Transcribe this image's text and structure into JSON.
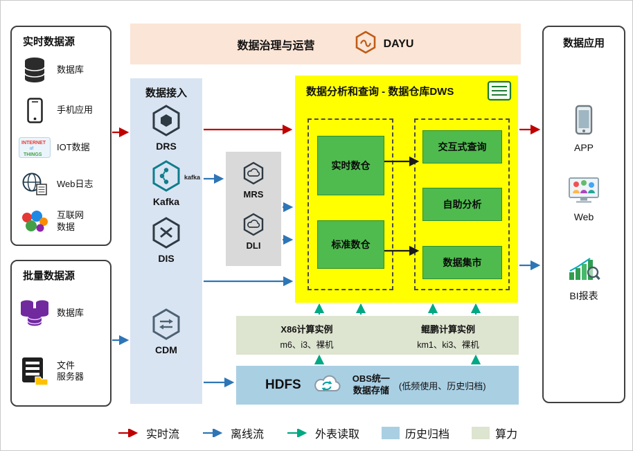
{
  "colors": {
    "realtime_flow": "#c00000",
    "offline_flow": "#2e75b6",
    "external_read": "#00a884",
    "history_archive": "#a9cfe3",
    "compute_power": "#dde4cf",
    "dws_background": "#ffff00",
    "module_green": "#4fbb4f",
    "governance_background": "#fbe5d6",
    "ingestion_background": "#d9e4f2"
  },
  "realtime_sources": {
    "title": "实时数据源",
    "items": [
      {
        "label": "数据库",
        "icon": "database-icon"
      },
      {
        "label": "手机应用",
        "icon": "mobile-app-icon"
      },
      {
        "label": "IOT数据",
        "icon": "iot-icon"
      },
      {
        "label": "Web日志",
        "icon": "web-log-icon"
      },
      {
        "label": "互联网\n数据",
        "icon": "internet-data-icon"
      }
    ]
  },
  "batch_sources": {
    "title": "批量数据源",
    "items": [
      {
        "label": "数据库",
        "icon": "database-cluster-icon"
      },
      {
        "label": "文件\n服务器",
        "icon": "file-server-icon"
      }
    ]
  },
  "governance": {
    "title": "数据治理与运营",
    "product": "DAYU"
  },
  "ingestion": {
    "title": "数据接入",
    "kafka_logo": "kafka",
    "items": [
      {
        "label": "DRS"
      },
      {
        "label": "Kafka"
      },
      {
        "label": "DIS"
      },
      {
        "label": "CDM"
      }
    ]
  },
  "middleware": {
    "items": [
      {
        "label": "MRS"
      },
      {
        "label": "DLI"
      }
    ]
  },
  "dws": {
    "title": "数据分析和查询 - 数据仓库DWS",
    "warehouse_modules": [
      {
        "label": "实时数仓"
      },
      {
        "label": "标准数仓"
      }
    ],
    "analysis_modules": [
      {
        "label": "交互式查询"
      },
      {
        "label": "自助分析"
      },
      {
        "label": "数据集市"
      }
    ]
  },
  "compute": {
    "instances": [
      {
        "name": "X86计算实例",
        "detail": "m6、i3、裸机"
      },
      {
        "name": "鲲鹏计算实例",
        "detail": "km1、ki3、裸机"
      }
    ]
  },
  "storage": {
    "hdfs_label": "HDFS",
    "obs_label": "OBS统一\n数据存储",
    "note": "(低频使用、历史归档)"
  },
  "applications": {
    "title": "数据应用",
    "items": [
      {
        "label": "APP",
        "icon": "app-icon"
      },
      {
        "label": "Web",
        "icon": "web-icon"
      },
      {
        "label": "BI报表",
        "icon": "bi-report-icon"
      }
    ]
  },
  "legend": {
    "items": [
      {
        "label": "实时流",
        "kind": "arrow",
        "color": "#c00000"
      },
      {
        "label": "离线流",
        "kind": "arrow",
        "color": "#2e75b6"
      },
      {
        "label": "外表读取",
        "kind": "arrow",
        "color": "#00a884"
      },
      {
        "label": "历史归档",
        "kind": "swatch",
        "color": "#a9cfe3"
      },
      {
        "label": "算力",
        "kind": "swatch",
        "color": "#dde4cf"
      }
    ]
  }
}
